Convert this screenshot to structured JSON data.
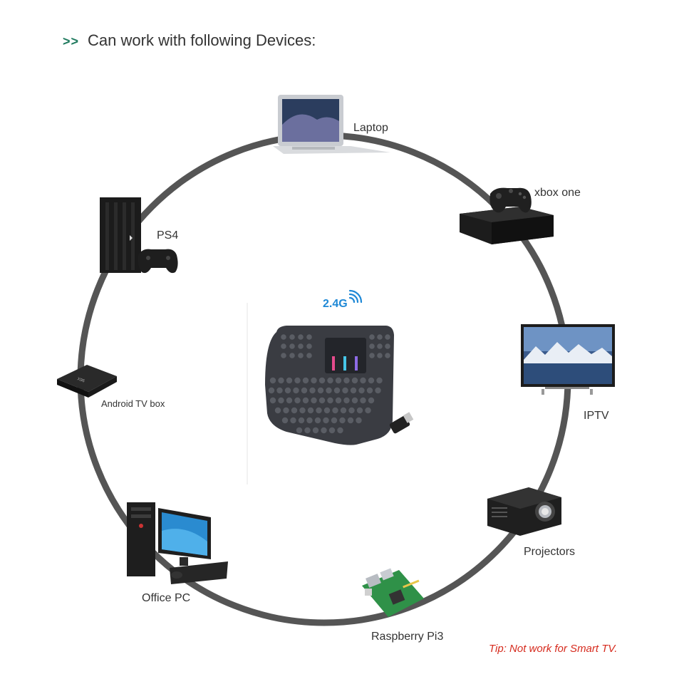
{
  "heading": {
    "arrows": ">>",
    "text": "Can work with following Devices:"
  },
  "center": {
    "wireless_label": "2.4G"
  },
  "devices": [
    {
      "id": "laptop",
      "label": "Laptop"
    },
    {
      "id": "xbox",
      "label": "xbox one"
    },
    {
      "id": "iptv",
      "label": "IPTV"
    },
    {
      "id": "projector",
      "label": "Projectors"
    },
    {
      "id": "raspberry",
      "label": "Raspberry Pi3"
    },
    {
      "id": "office-pc",
      "label": "Office PC"
    },
    {
      "id": "android-box",
      "label": "Android TV box"
    },
    {
      "id": "ps4",
      "label": "PS4"
    }
  ],
  "tip": "Tip: Not work for Smart TV.",
  "colors": {
    "ring": "#555555",
    "accent": "#1f7a5e",
    "tip": "#d62b1e",
    "wifi": "#1e88d6"
  }
}
